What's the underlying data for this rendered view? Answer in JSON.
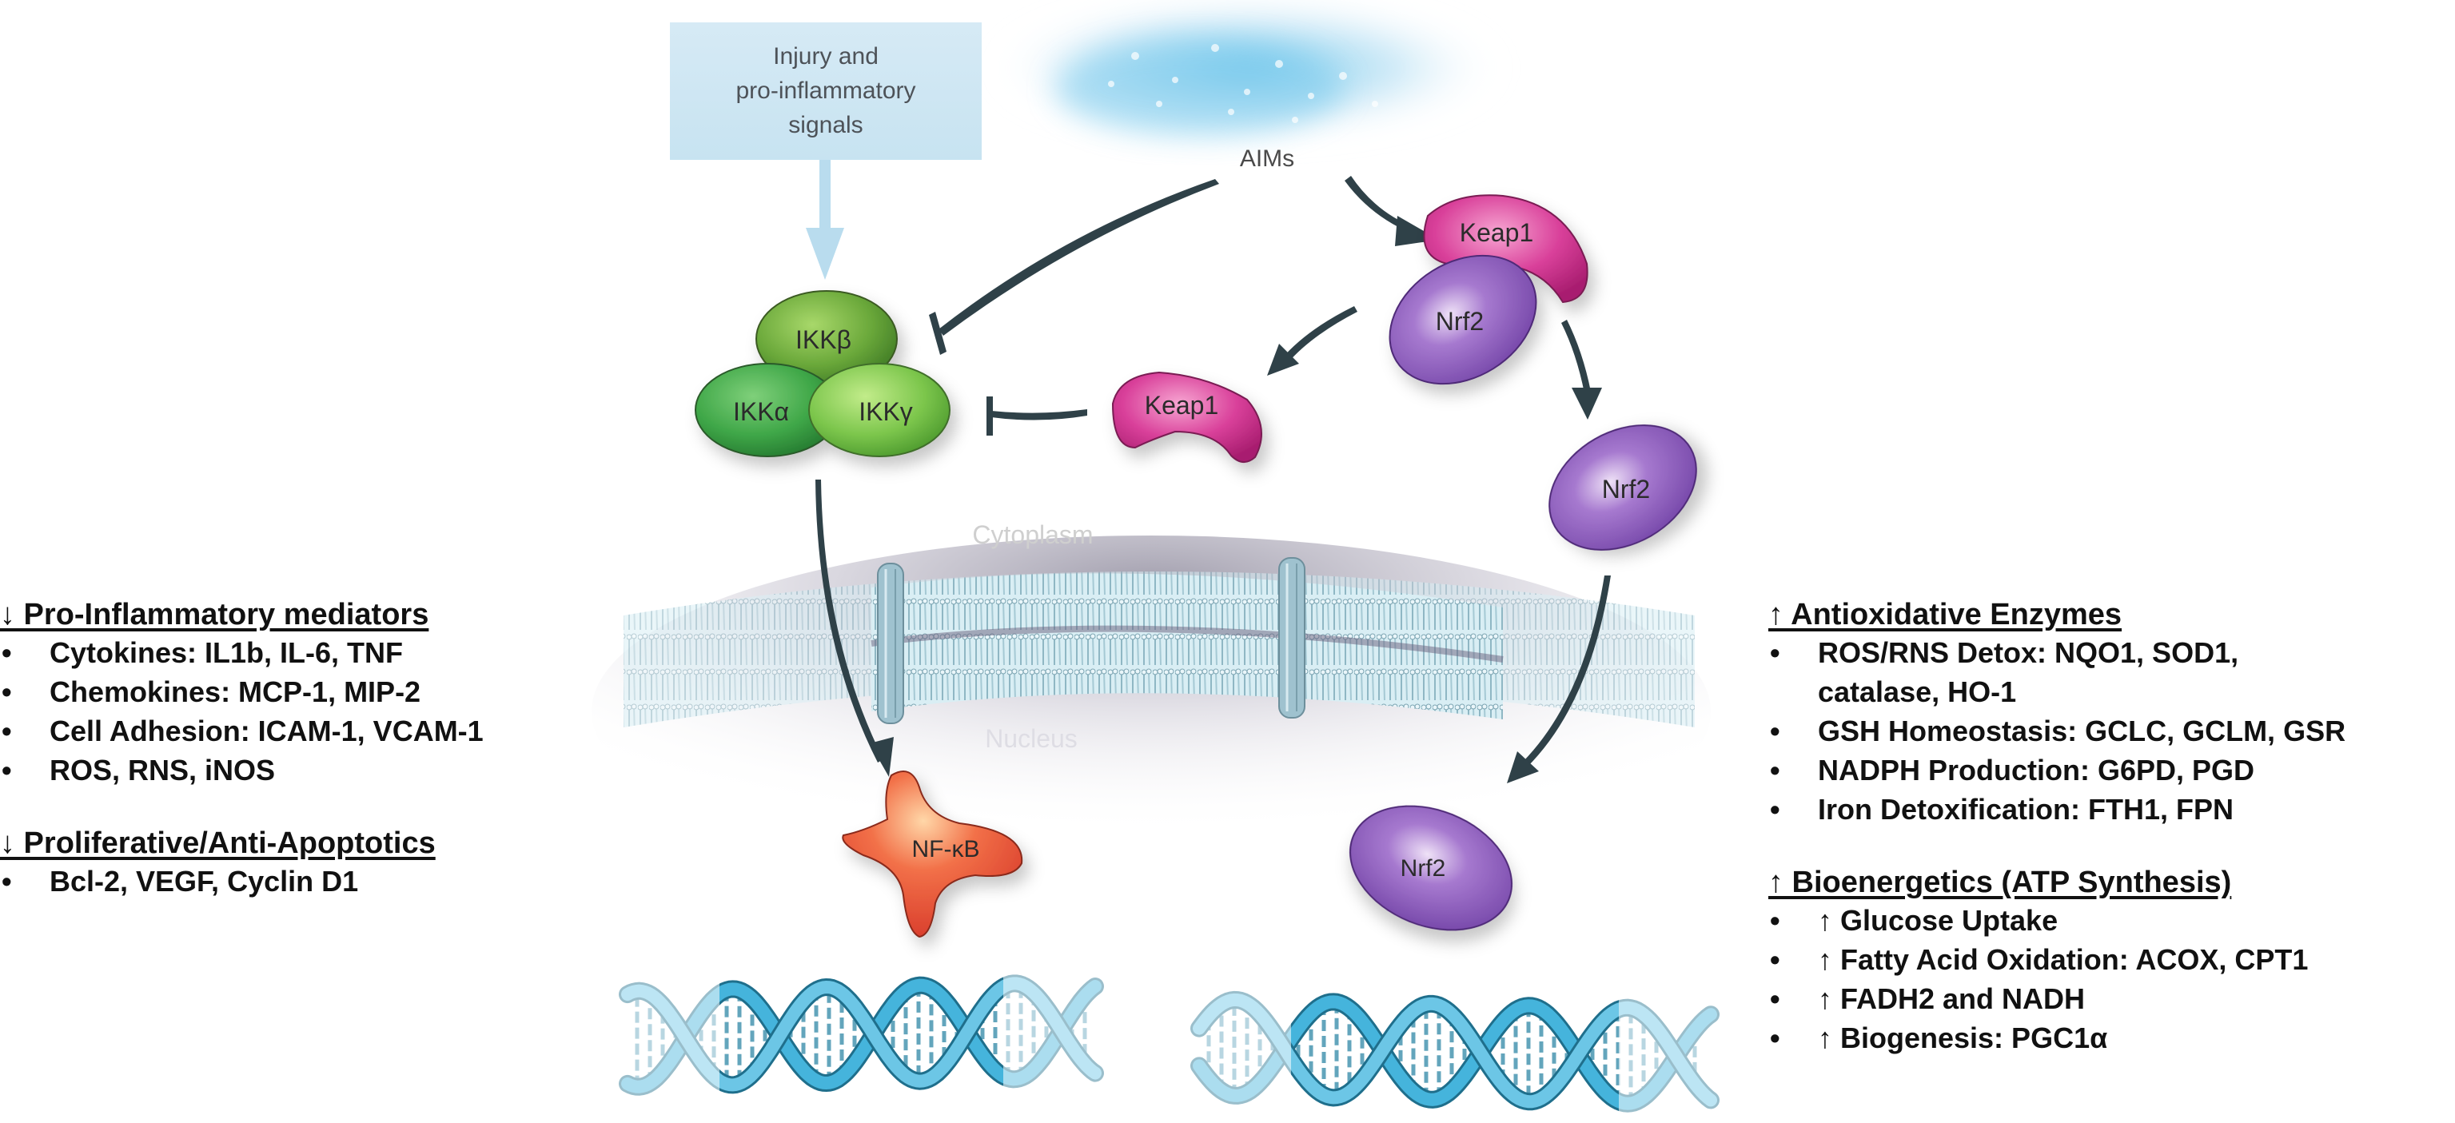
{
  "diagram": {
    "signal_box": {
      "lines": [
        "Injury and",
        "pro-inflammatory",
        "signals"
      ]
    },
    "aims_label": "AIMs",
    "proteins": {
      "ikk_beta": "IKKβ",
      "ikk_alpha": "IKKα",
      "ikk_gamma": "IKKγ",
      "keap1_bound": "Keap1",
      "nrf2_bound": "Nrf2",
      "keap1_free": "Keap1",
      "nrf2_cytoplasm": "Nrf2",
      "nrf2_nucleus": "Nrf2",
      "nfkb": "NF-κB"
    },
    "compartments": {
      "cytoplasm": "Cytoplasm",
      "nucleus": "Nucleus"
    },
    "colors": {
      "signal_box": "#cfe6f2",
      "signal_arrow": "#b9dcee",
      "arrow_dark": "#2f4148",
      "ikk_green": "#5fb84a",
      "keap1_pink": "#d63b93",
      "nrf2_purple": "#8a5cb8",
      "nfkb_orange": "#ee5a3e",
      "dna_blue": "#3fb0d8",
      "membrane": "#bfe0ea"
    }
  },
  "left_panel": {
    "groups": [
      {
        "heading": "↓ Pro-Inflammatory mediators",
        "items": [
          "Cytokines: IL1b, IL-6, TNF",
          "Chemokines: MCP-1, MIP-2",
          "Cell Adhesion: ICAM-1,  VCAM-1",
          "ROS, RNS, iNOS"
        ]
      },
      {
        "heading": "↓ Proliferative/Anti-Apoptotics",
        "items": [
          "Bcl-2, VEGF, Cyclin D1"
        ]
      }
    ],
    "bullet": "•"
  },
  "right_panel": {
    "groups": [
      {
        "heading": "↑ Antioxidative Enzymes",
        "items": [
          {
            "line1": "ROS/RNS Detox:  NQO1, SOD1,",
            "line2": "catalase, HO-1"
          },
          {
            "line1": "GSH Homeostasis: GCLC, GCLM, GSR"
          },
          {
            "line1": "NADPH Production: G6PD, PGD"
          },
          {
            "line1": "Iron Detoxification: FTH1, FPN"
          }
        ]
      },
      {
        "heading": "↑ Bioenergetics (ATP Synthesis)",
        "items": [
          "↑ Glucose Uptake",
          "↑ Fatty Acid Oxidation: ACOX, CPT1",
          "↑ FADH2 and NADH",
          "↑ Biogenesis: PGC1α"
        ]
      }
    ],
    "bullet": "•"
  }
}
